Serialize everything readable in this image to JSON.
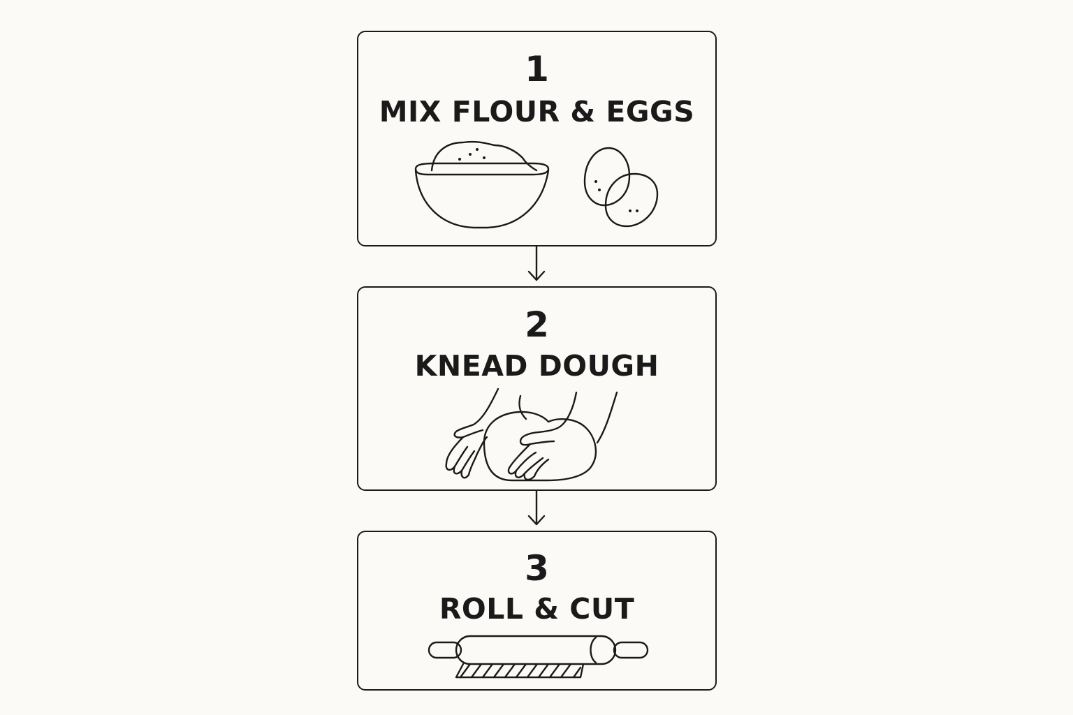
{
  "steps": [
    {
      "number": "1",
      "title": "MIX FLOUR & EGGS",
      "icons": [
        "flour-bowl-icon",
        "eggs-icon"
      ]
    },
    {
      "number": "2",
      "title": "KNEAD DOUGH",
      "icons": [
        "kneading-hands-icon"
      ]
    },
    {
      "number": "3",
      "title": "ROLL & CUT",
      "icons": [
        "rolling-pin-icon"
      ]
    }
  ],
  "colors": {
    "ink": "#1a1a1a",
    "background": "#fbfaf7"
  }
}
